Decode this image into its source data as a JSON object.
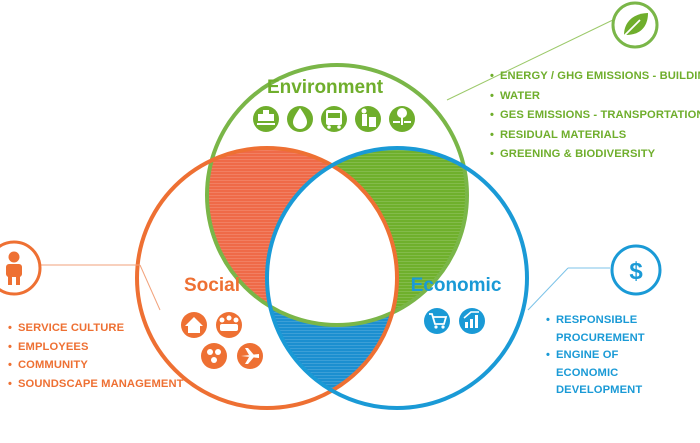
{
  "colors": {
    "environment": "#7ab648",
    "social": "#ee7033",
    "economic": "#1a9ad6",
    "environment_fill": "#6fb02c",
    "social_fill": "#ef6a48",
    "economic_fill": "#1c8fd0"
  },
  "environment": {
    "title": "Environment",
    "badge_icon": "leaf-icon",
    "icons": [
      "building-energy-icon",
      "water-drop-icon",
      "bus-icon",
      "recycle-bin-icon",
      "tree-bench-icon"
    ],
    "items": [
      "ENERGY / GHG EMISSIONS - BUILDINGS",
      "WATER",
      "GES EMISSIONS - TRANSPORTATION",
      "RESIDUAL MATERIALS",
      "GREENING & BIODIVERSITY"
    ]
  },
  "social": {
    "title": "Social",
    "badge_icon": "person-icon",
    "icons": [
      "house-family-icon",
      "crowd-icon",
      "community-icon",
      "airplane-icon"
    ],
    "items": [
      "SERVICE CULTURE",
      "EMPLOYEES",
      "COMMUNITY",
      "SOUNDSCAPE MANAGEMENT"
    ]
  },
  "economic": {
    "title": "Economic",
    "badge_icon": "dollar-icon",
    "icons": [
      "shopping-cart-icon",
      "growth-chart-icon"
    ],
    "items": [
      "RESPONSIBLE PROCUREMENT",
      "ENGINE OF ECONOMIC DEVELOPMENT"
    ]
  }
}
